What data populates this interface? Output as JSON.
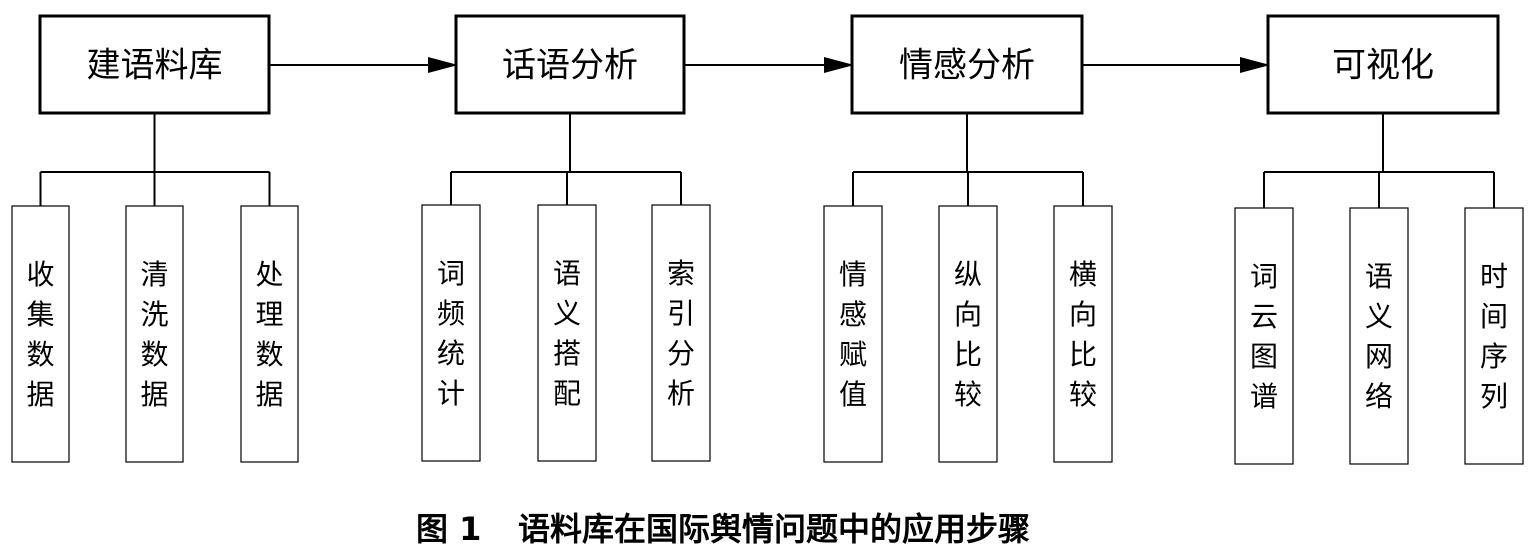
{
  "stages": [
    {
      "label": "建语料库",
      "children": [
        "收集数据",
        "清洗数据",
        "处理数据"
      ]
    },
    {
      "label": "话语分析",
      "children": [
        "词频统计",
        "语义搭配",
        "索引分析"
      ]
    },
    {
      "label": "情感分析",
      "children": [
        "情感赋值",
        "纵向比较",
        "横向比较"
      ]
    },
    {
      "label": "可视化",
      "children": [
        "词云图谱",
        "语义网络",
        "时间序列"
      ]
    }
  ],
  "caption": {
    "figure_number": "图 1",
    "title": "语料库在国际舆情问题中的应用步骤"
  },
  "colors": {
    "stroke": "#000000",
    "background": "#ffffff"
  }
}
